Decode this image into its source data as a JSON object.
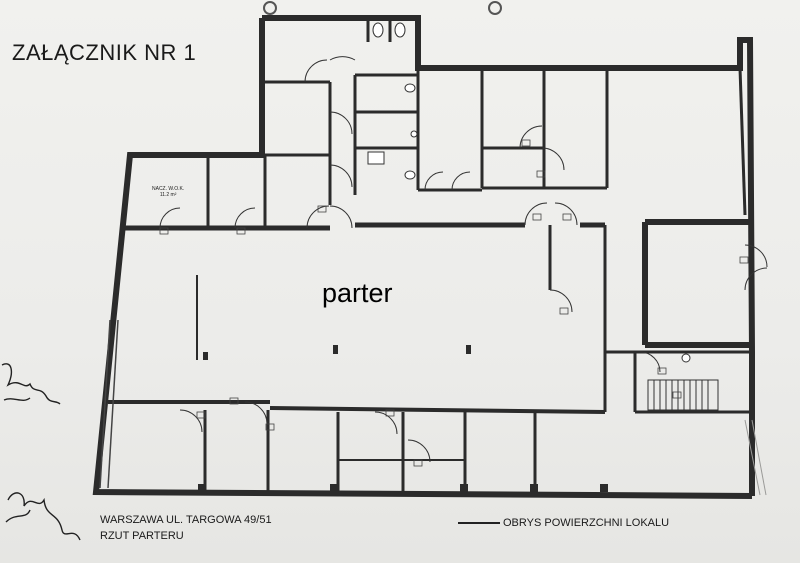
{
  "document": {
    "title": "ZAŁĄCZNIK NR 1",
    "floor_label": "parter",
    "address_line1": "WARSZAWA UL. TARGOWA 49/51",
    "address_line2": "RZUT PARTERU",
    "legend_text": "OBRYS POWIERZCHNI LOKALU",
    "room_name": "NACZ. W.O.K.",
    "room_area": "11.2 m²"
  },
  "colors": {
    "wall": "#2b2b2b",
    "paper": "#efefec",
    "ink": "#1a1a1a"
  }
}
